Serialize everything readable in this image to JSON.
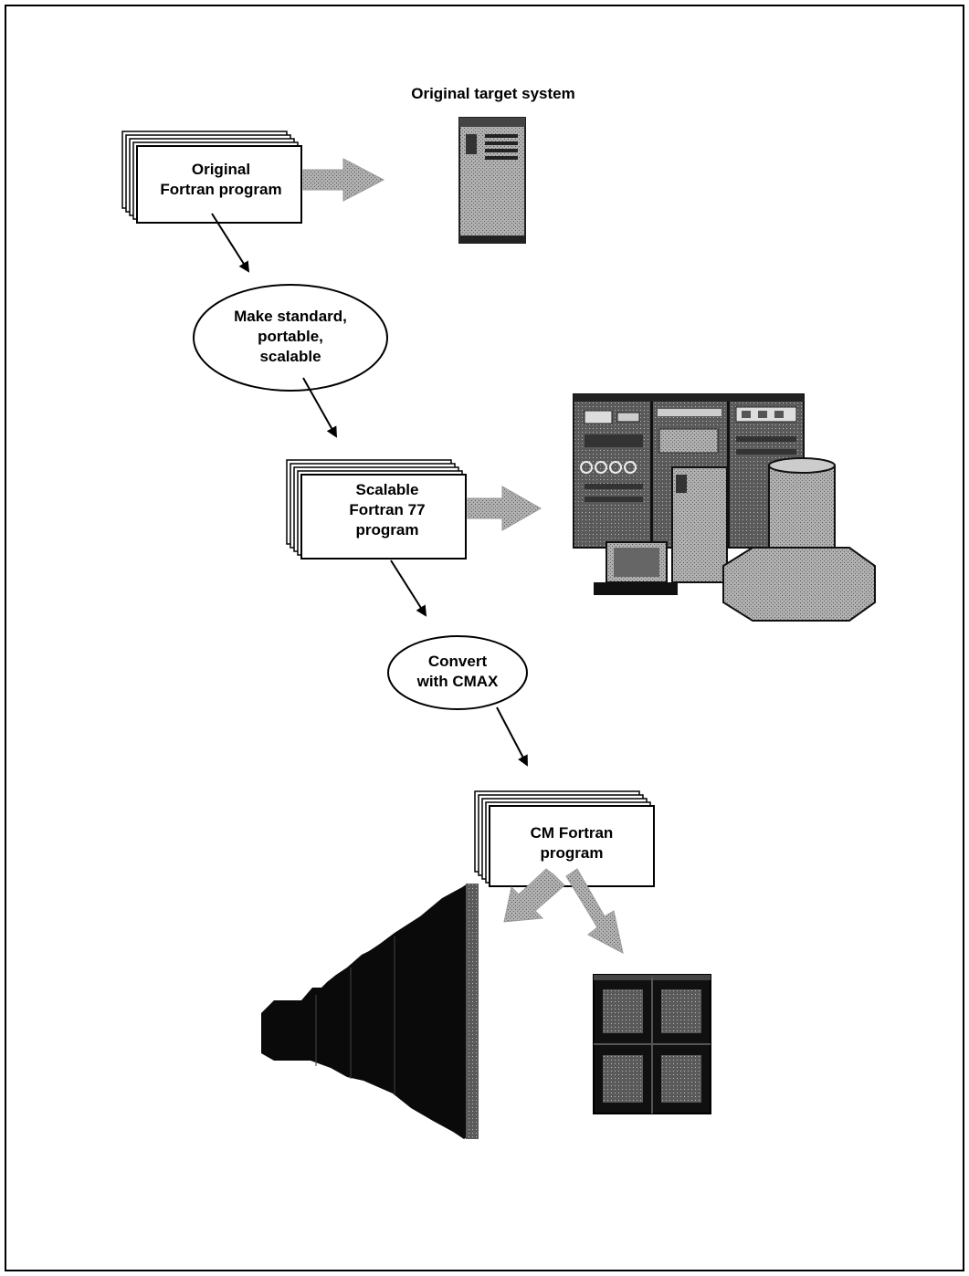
{
  "labels": {
    "original_target": "Original target system",
    "original_program": [
      "Original",
      "Fortran program"
    ],
    "make_standard": [
      "Make standard,",
      "portable,",
      "scalable"
    ],
    "scalable_program": [
      "Scalable",
      "Fortran 77",
      "program"
    ],
    "convert": [
      "Convert",
      "with CMAX"
    ],
    "cm_program": [
      "CM Fortran",
      "program"
    ]
  },
  "icons": {
    "original_target": "server-tower-icon",
    "scalable_target": "mainframe-workstation-icon",
    "cm_target_large": "connection-machine-icon",
    "cm_target_small": "cm-cabinet-icon"
  },
  "colors": {
    "ink": "#000000",
    "arrow_gray": "#a6a6a6",
    "machine_gray": "#8c8c8c"
  }
}
